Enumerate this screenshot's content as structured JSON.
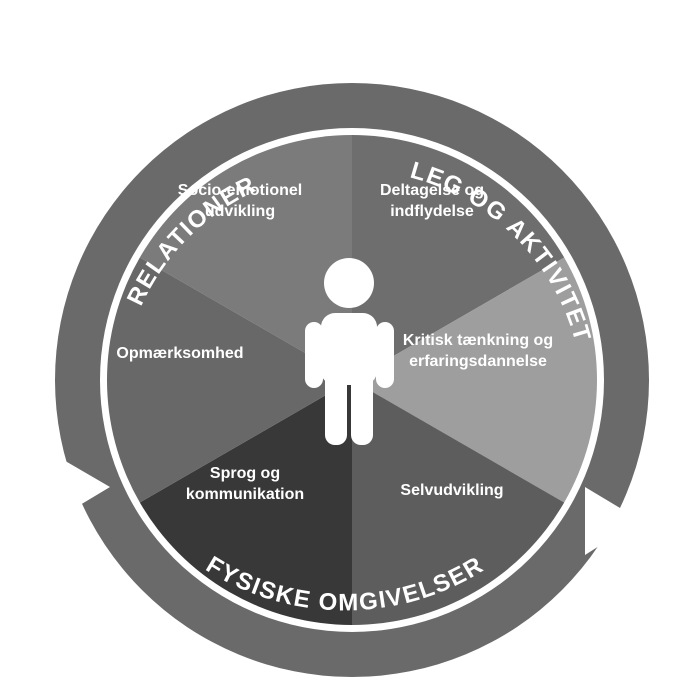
{
  "diagram": {
    "ring_labels": {
      "top_left": "RELATIONER",
      "top_right": "LEG OG AKTIVITET",
      "bottom": "FYSISKE OMGIVELSER"
    },
    "segments": [
      {
        "lines": [
          "Socio-emotionel",
          "udvikling"
        ],
        "color": "#7b7b7b"
      },
      {
        "lines": [
          "Deltagelse og",
          "indflydelse"
        ],
        "color": "#6e6e6e"
      },
      {
        "lines": [
          "Kritisk tænkning og",
          "erfaringsdannelse"
        ],
        "color": "#9e9e9e"
      },
      {
        "lines": [
          "Selvudvikling"
        ],
        "color": "#5d5d5d"
      },
      {
        "lines": [
          "Sprog og",
          "kommunikation"
        ],
        "color": "#383838"
      },
      {
        "lines": [
          "Opmærksomhed"
        ],
        "color": "#686868"
      }
    ],
    "colors": {
      "ring": "#6a6a6a",
      "separator": "#ffffff",
      "figure": "#ffffff",
      "arrow": "#ffffff"
    },
    "icons": {
      "figure": "child-figure-icon",
      "arrows": "play-arrow-icon"
    }
  }
}
